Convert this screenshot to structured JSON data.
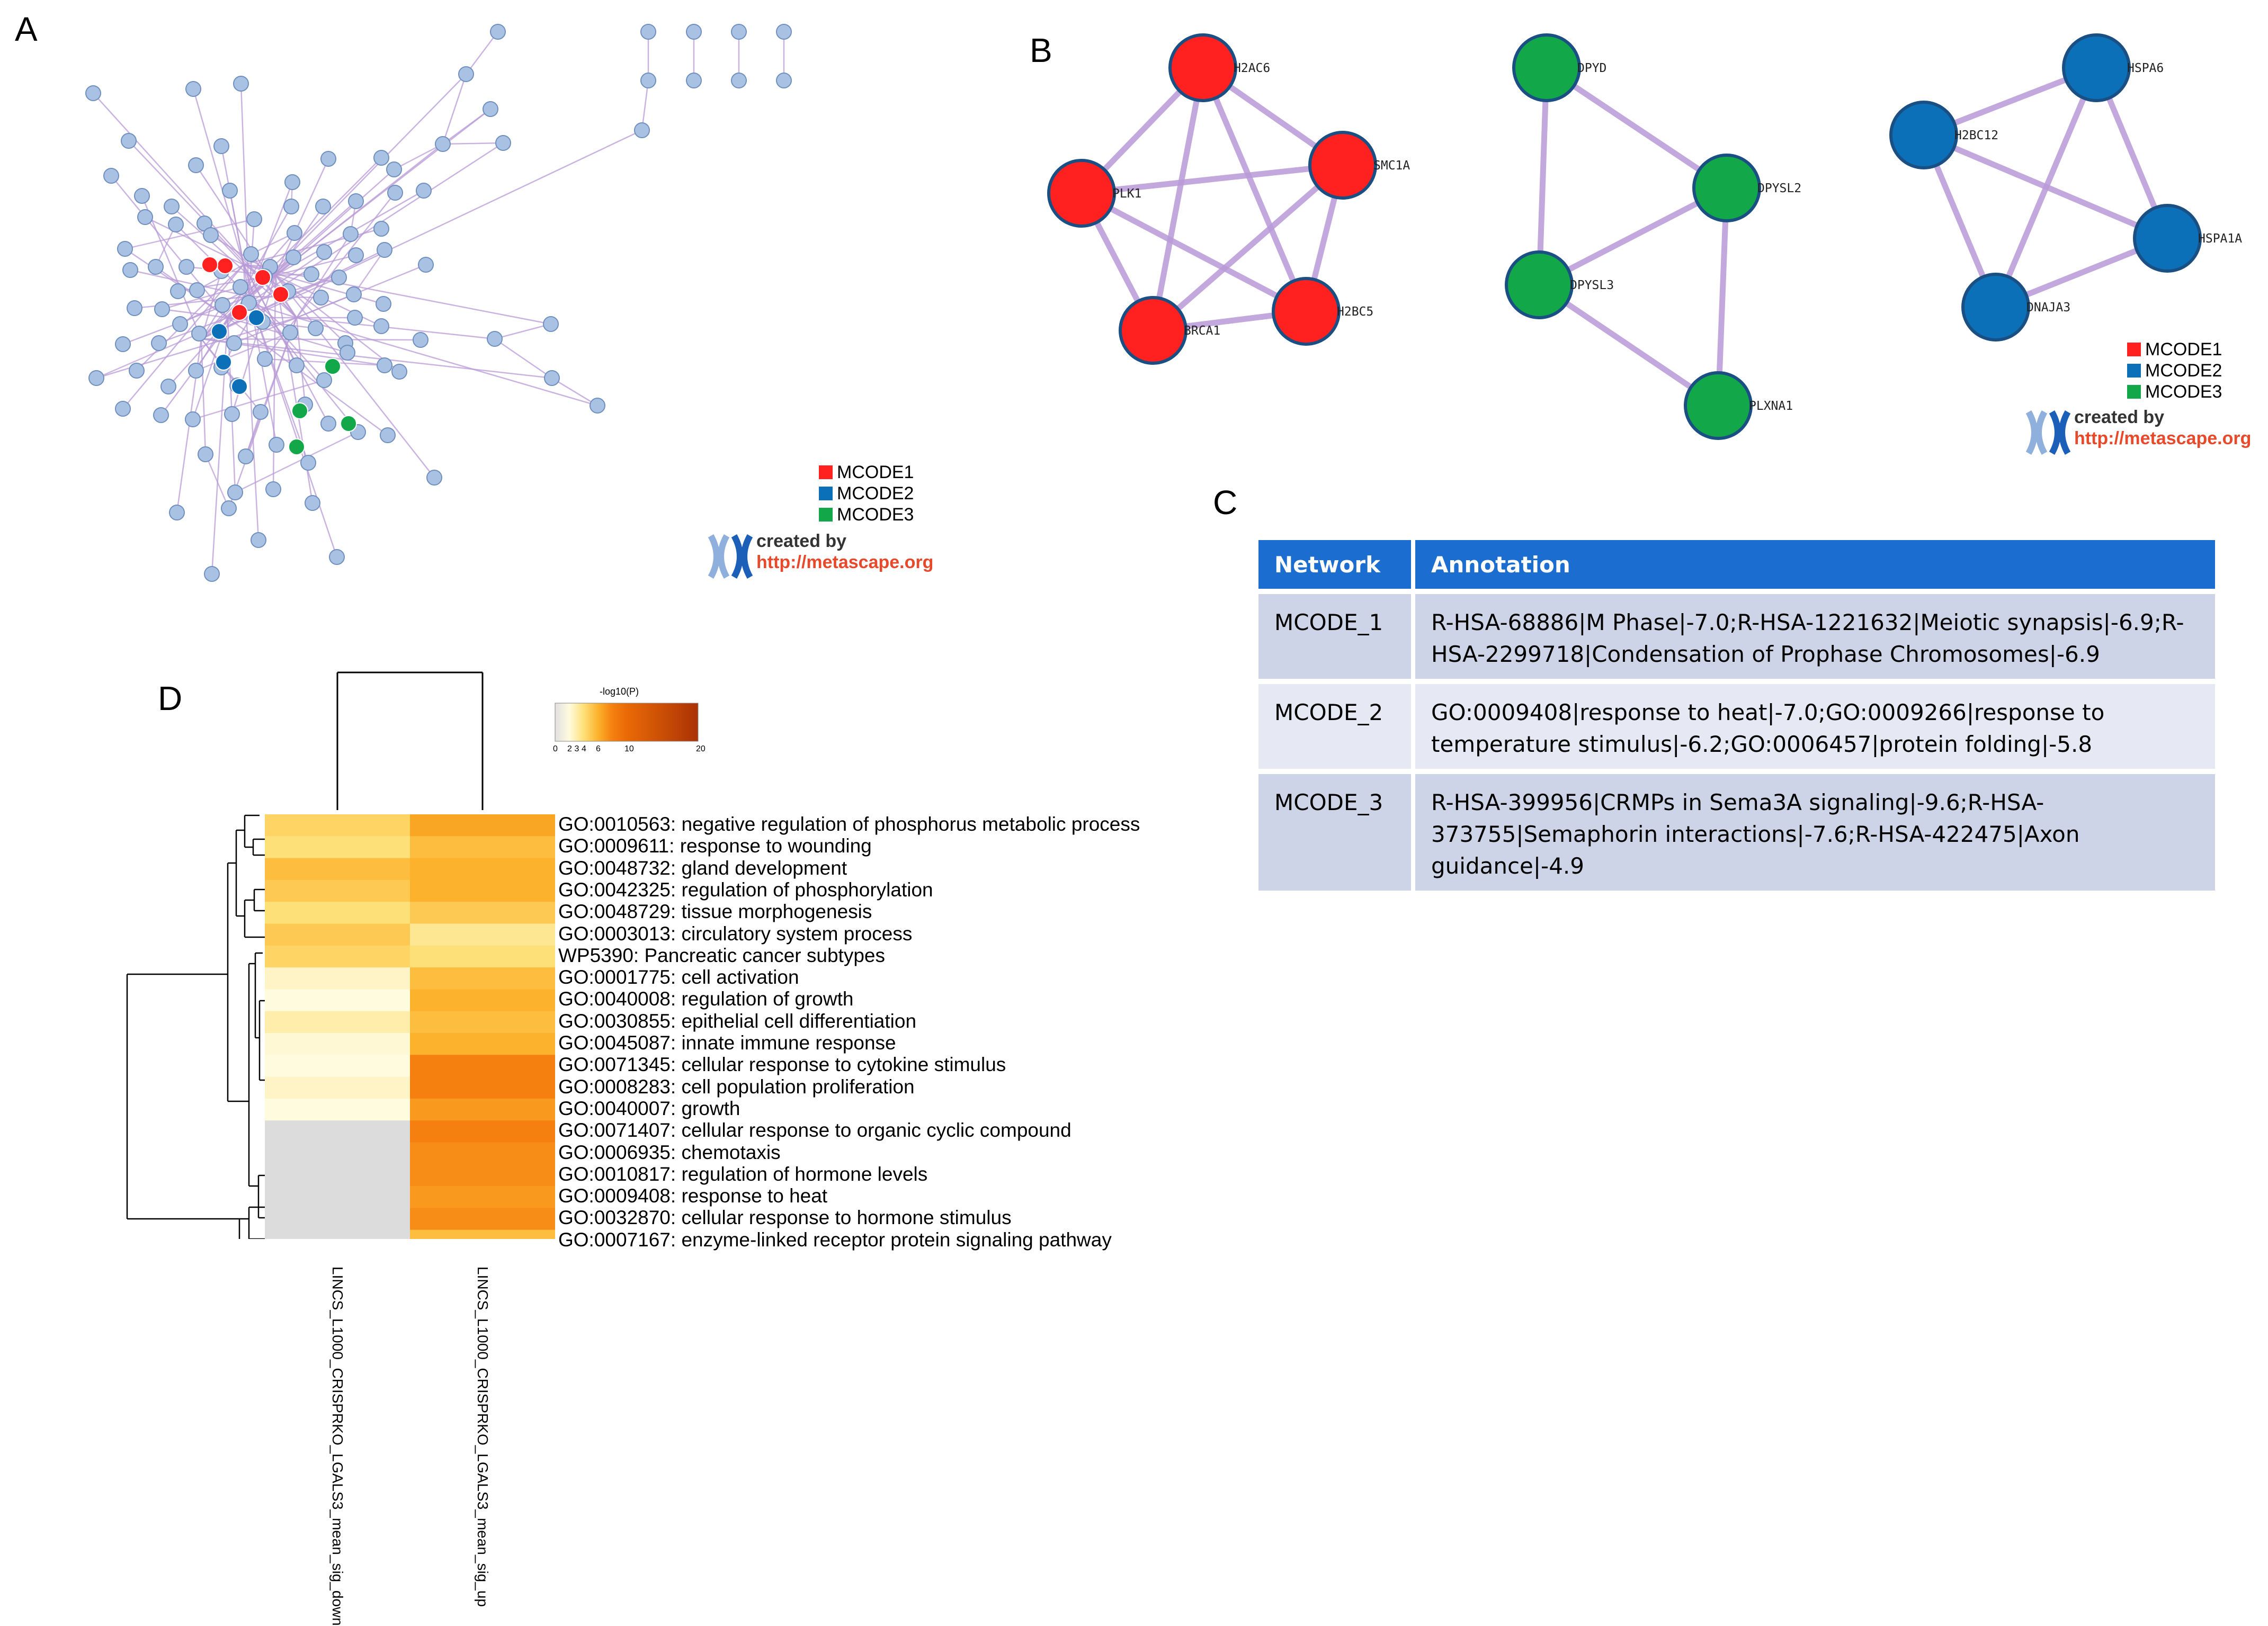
{
  "panels": {
    "a": "A",
    "b": "B",
    "c": "C",
    "d": "D"
  },
  "colors": {
    "mcode1": "#ff2020",
    "mcode2": "#0c70b8",
    "mcode3": "#12a84a",
    "node_default": "#a9c2e4",
    "edge": "#b89ad6",
    "table_header": "#1b6ed0"
  },
  "legend_items": [
    "MCODE1",
    "MCODE2",
    "MCODE3"
  ],
  "credit": {
    "created_by": "created by",
    "url": "http://metascape.org"
  },
  "icons": [
    "metascape-logo-icon"
  ],
  "clusters": {
    "mcode1": [
      "H2AC6",
      "SMC1A",
      "PLK1",
      "BRCA1",
      "H2BC5"
    ],
    "mcode3": [
      "DPYD",
      "DPYSL2",
      "DPYSL3",
      "PLXNA1"
    ],
    "mcode2": [
      "HSPA6",
      "H2BC12",
      "HSPA1A",
      "DNAJA3"
    ]
  },
  "table": {
    "headers": [
      "Network",
      "Annotation"
    ],
    "rows": [
      {
        "network": "MCODE_1",
        "annotation": "R-HSA-68886|M Phase|-7.0;R-HSA-1221632|Meiotic synapsis|-6.9;R-HSA-2299718|Condensation of Prophase Chromosomes|-6.9"
      },
      {
        "network": "MCODE_2",
        "annotation": "GO:0009408|response to heat|-7.0;GO:0009266|response to temperature stimulus|-6.2;GO:0006457|protein folding|-5.8"
      },
      {
        "network": "MCODE_3",
        "annotation": "R-HSA-399956|CRMPs in Sema3A signaling|-9.6;R-HSA-373755|Semaphorin interactions|-7.6;R-HSA-422475|Axon guidance|-4.9"
      }
    ]
  },
  "chart_data": {
    "type": "heatmap",
    "colorbar": {
      "title": "-log10(P)",
      "ticks": [
        "0",
        "2",
        "3",
        "4",
        "6",
        "10",
        "20"
      ],
      "range": [
        0,
        20
      ]
    },
    "columns": [
      "LINCS_L1000_CRISPRKO_LGALS3_mean_sig_down",
      "LINCS_L1000_CRISPRKO_LGALS3_mean_sig_up"
    ],
    "rows": [
      "GO:0010563: negative regulation of phosphorus metabolic process",
      "GO:0009611: response to wounding",
      "GO:0048732: gland development",
      "GO:0042325: regulation of phosphorylation",
      "GO:0048729: tissue morphogenesis",
      "GO:0003013: circulatory system process",
      "WP5390: Pancreatic cancer subtypes",
      "GO:0001775: cell activation",
      "GO:0040008: regulation of growth",
      "GO:0030855: epithelial cell differentiation",
      "GO:0045087: innate immune response",
      "GO:0071345: cellular response to cytokine stimulus",
      "GO:0008283: cell population proliferation",
      "GO:0040007: growth",
      "GO:0071407: cellular response to organic cyclic compound",
      "GO:0006935: chemotaxis",
      "GO:0010817: regulation of hormone levels",
      "GO:0009408: response to heat",
      "GO:0032870: cellular response to hormone stimulus",
      "GO:0007167: enzyme-linked receptor protein signaling pathway"
    ],
    "values": [
      [
        4.5,
        6.5
      ],
      [
        4,
        5.5
      ],
      [
        5.5,
        6
      ],
      [
        5,
        6
      ],
      [
        4,
        5
      ],
      [
        5,
        3.5
      ],
      [
        4.5,
        4
      ],
      [
        2.5,
        5.5
      ],
      [
        2,
        6
      ],
      [
        3,
        5.5
      ],
      [
        2.2,
        6
      ],
      [
        2,
        8
      ],
      [
        2.5,
        8
      ],
      [
        2,
        7
      ],
      [
        null,
        8
      ],
      [
        null,
        7.5
      ],
      [
        null,
        7.5
      ],
      [
        null,
        7
      ],
      [
        null,
        7.5
      ],
      [
        null,
        5.5
      ]
    ]
  }
}
